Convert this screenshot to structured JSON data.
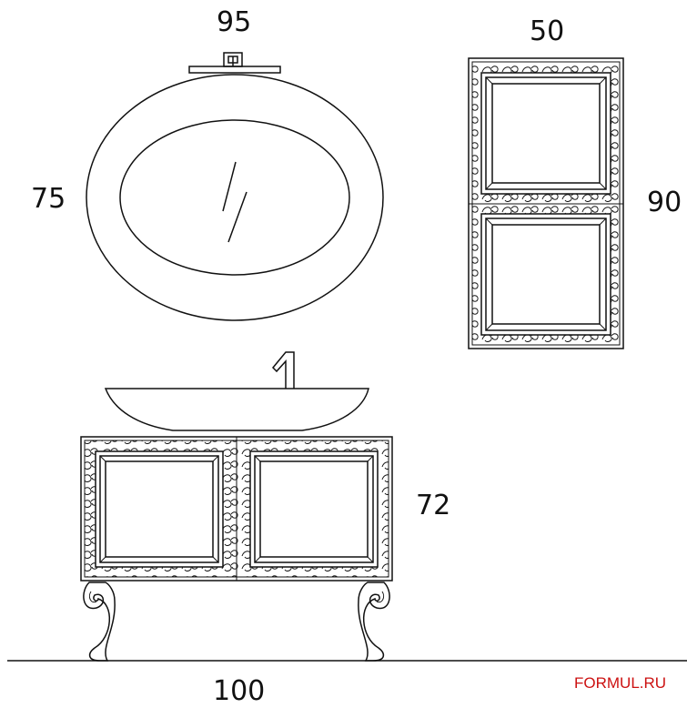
{
  "dimensions": {
    "mirror_width": "95",
    "mirror_height": "75",
    "cabinet_width": "50",
    "cabinet_height": "90",
    "vanity_height": "72",
    "vanity_width": "100"
  },
  "watermark": "FORMUL.RU",
  "colors": {
    "line": "#111111",
    "watermark": "#cc1111",
    "background": "#ffffff"
  }
}
